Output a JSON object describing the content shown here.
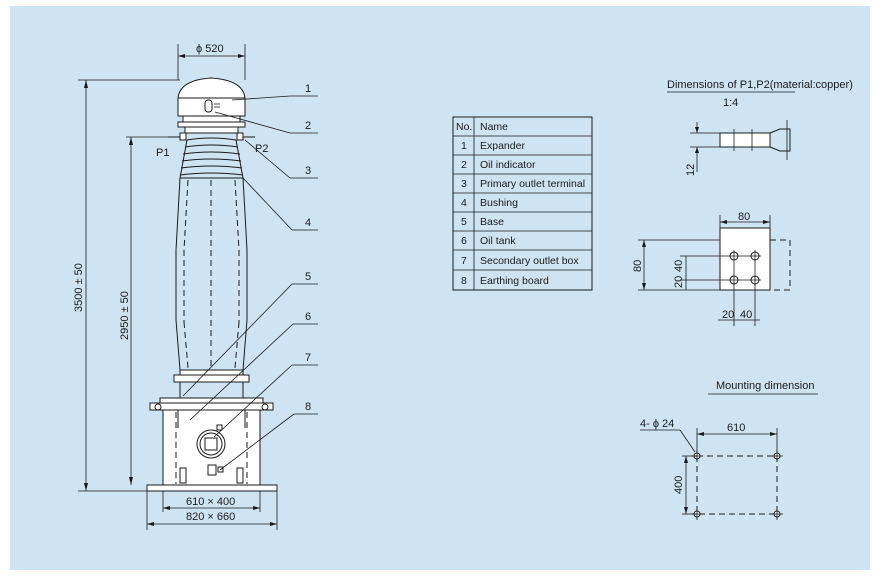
{
  "dimensions_main": {
    "top_diameter": "ϕ 520",
    "total_height": "3500 ± 50",
    "body_height": "2950 ± 50",
    "base_inner": "610 × 400",
    "base_outer": "820 × 660"
  },
  "terminals": {
    "p1": "P1",
    "p2": "P2"
  },
  "callouts": [
    "1",
    "2",
    "3",
    "4",
    "5",
    "6",
    "7",
    "8"
  ],
  "parts_table": {
    "headers": [
      "No.",
      "Name"
    ],
    "rows": [
      [
        "1",
        "Expander"
      ],
      [
        "2",
        "Oil indicator"
      ],
      [
        "3",
        "Primary outlet terminal"
      ],
      [
        "4",
        "Bushing"
      ],
      [
        "5",
        "Base"
      ],
      [
        "6",
        "Oil tank"
      ],
      [
        "7",
        "Secondary outlet box"
      ],
      [
        "8",
        "Earthing board"
      ]
    ]
  },
  "p_dims": {
    "title": "Dimensions of P1,P2(material:copper)",
    "scale": "1:4",
    "thickness": "12",
    "width_top": "80",
    "height_side": "80",
    "v20": "20",
    "v40": "40",
    "h20": "20",
    "h40": "40"
  },
  "mounting": {
    "title": "Mounting dimension",
    "holes": "4- ϕ 24",
    "width": "610",
    "height": "400"
  }
}
